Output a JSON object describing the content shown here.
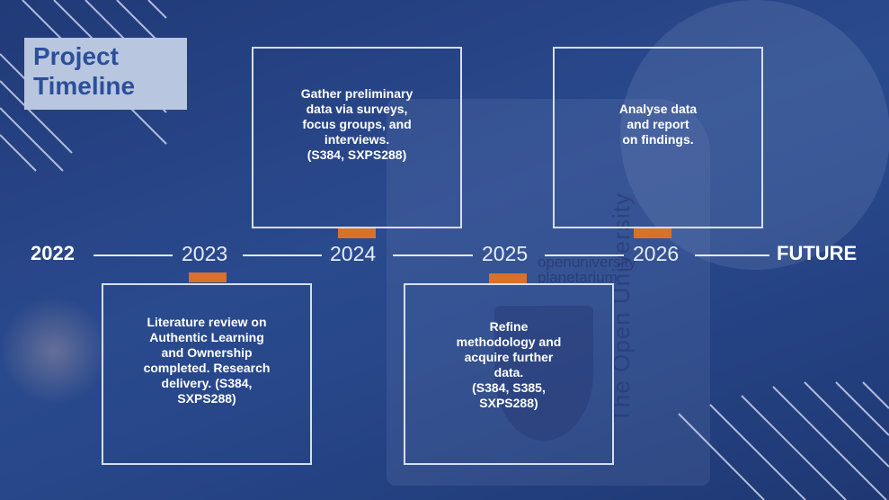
{
  "title": "Project\nTimeline",
  "years": [
    "2022",
    "2023",
    "2024",
    "2025",
    "2026",
    "FUTURE"
  ],
  "milestones": [
    {
      "year": "2023",
      "text": "Literature review on\nAuthentic Learning\nand Ownership\ncompleted. Research\ndelivery. (S384,\nSXPS288)"
    },
    {
      "year": "2024",
      "text": "Gather preliminary\ndata via surveys,\nfocus groups, and\ninterviews.\n(S384, SXPS288)"
    },
    {
      "year": "2025",
      "text": "Refine\nmethodology and\nacquire further\ndata.\n(S384, S385,\nSXPS288)"
    },
    {
      "year": "2026",
      "text": "Analyse data\nand report\non findings."
    }
  ],
  "background_text": {
    "logo": "openuniversity\nplanetarium",
    "building": "The Open University"
  },
  "colors": {
    "background": "#223c7c",
    "accent": "#d9712a",
    "title_box": "#b8c6e0",
    "title_text": "#2c4f9a",
    "line": "#e6ecf7"
  }
}
